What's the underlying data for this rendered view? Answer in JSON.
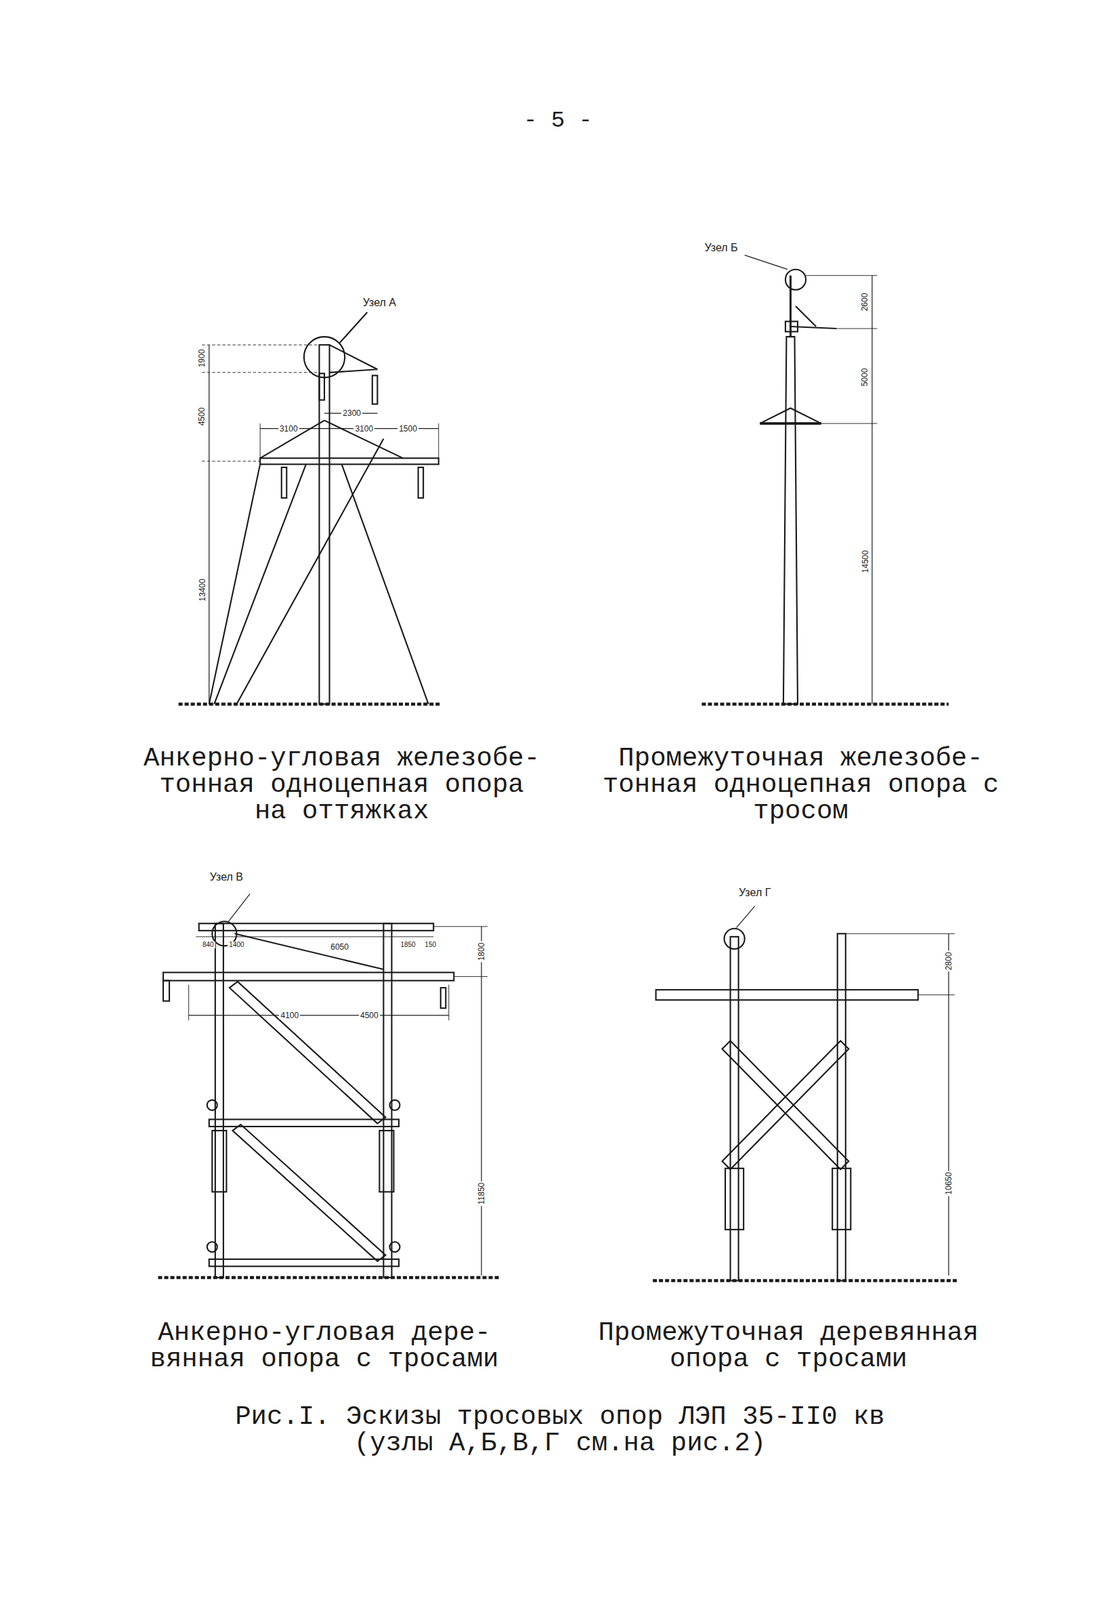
{
  "diagram": {
    "caption": "Рис.I. Эскизы тросовых опор ЛЭП 35-II0 кв (узлы А,Б,В,Г см.на рис.2)",
    "labels": [
      "- 5 -",
      "Узел А",
      "1900",
      "4500",
      "3100",
      "2300",
      "3100",
      "1500",
      "13400",
      "Узел Б",
      "2600",
      "5000",
      "14500",
      "Анкерно-угловая железобе- тонная одноцепная опора на оттяжках",
      "Промежуточная железобе- тонная одноцепная опора с тросом",
      "Узел В",
      "840",
      "1400",
      "6050",
      "1850",
      "150",
      "1800",
      "4100",
      "4500",
      "11850",
      "Узел Г",
      "2800",
      "10650",
      "Анкерно-угловая дере- вянная опора с тросами",
      "Промежуточная деревянная опора с тросами"
    ]
  }
}
